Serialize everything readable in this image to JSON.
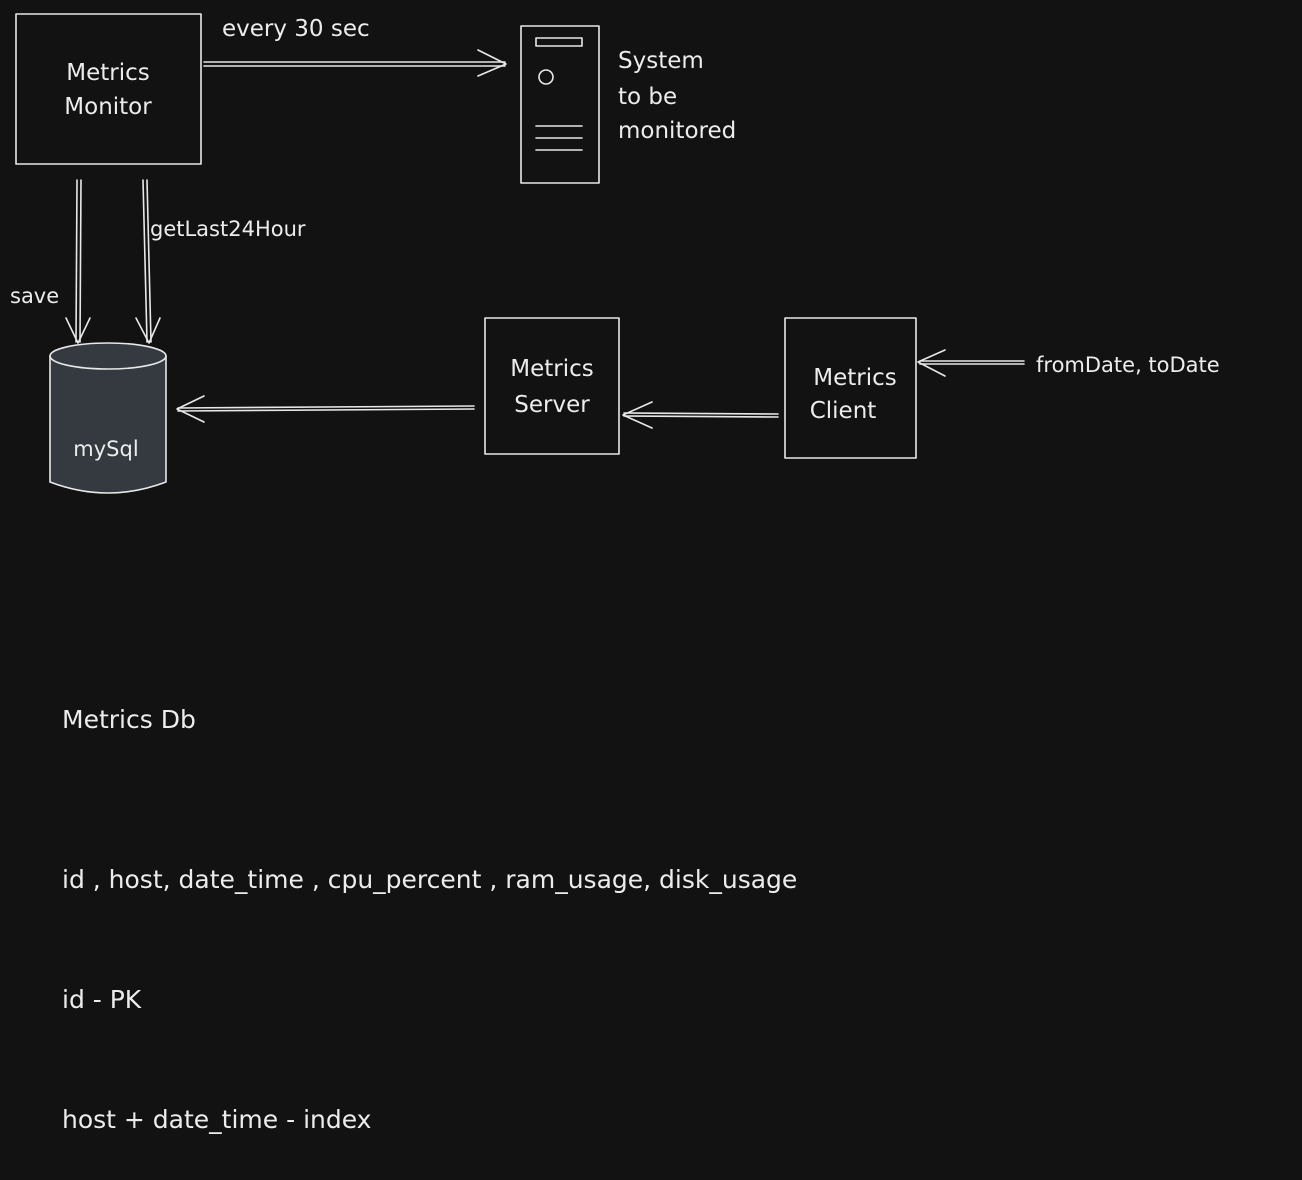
{
  "nodes": {
    "metrics_monitor": [
      "Metrics",
      "Monitor"
    ],
    "system": [
      "System",
      "to be",
      "monitored"
    ],
    "mysql": "mySql",
    "metrics_server": [
      "Metrics",
      "Server"
    ],
    "metrics_client": [
      "Metrics",
      "Client"
    ]
  },
  "edges": {
    "poll": "every 30 sec",
    "save": "save",
    "get_last": "getLast24Hour",
    "client_input": "fromDate, toDate"
  },
  "notes": {
    "title": "Metrics Db",
    "lines": [
      "id , host, date_time , cpu_percent , ram_usage, disk_usage",
      "id - PK",
      "host + date_time - index"
    ]
  },
  "colors": {
    "background": "#121212",
    "stroke": "#e8e8e8",
    "db_fill": "#343a40"
  }
}
